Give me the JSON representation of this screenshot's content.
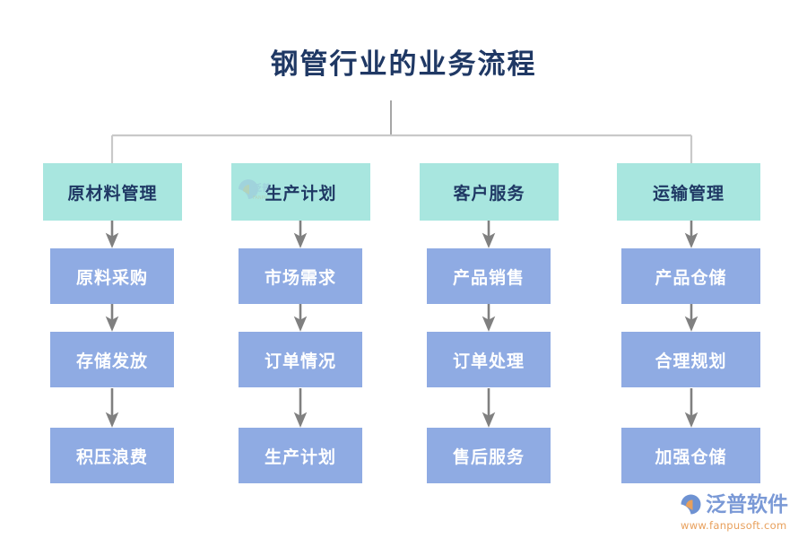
{
  "title": "钢管行业的业务流程",
  "theme": {
    "background": "#ffffff",
    "title_color": "#1F3864",
    "header_fill": "#A8E6DF",
    "header_text": "#1F3864",
    "step_fill": "#8FABE3",
    "step_text": "#FFFFFF",
    "connector_color": "#A6A6A6",
    "arrow_color": "#808080"
  },
  "root_connector": {
    "label": "",
    "description": "vertical stem from title down to horizontal bus, with drops to outer columns"
  },
  "columns": [
    {
      "header": "原材料管理",
      "steps": [
        "原料采购",
        "存储发放",
        "积压浪费"
      ]
    },
    {
      "header": "生产计划",
      "steps": [
        "市场需求",
        "订单情况",
        "生产计划"
      ]
    },
    {
      "header": "客户服务",
      "steps": [
        "产品销售",
        "订单处理",
        "售后服务"
      ]
    },
    {
      "header": "运输管理",
      "steps": [
        "产品仓储",
        "合理规划",
        "加强仓储"
      ]
    }
  ],
  "watermark": {
    "brand": "泛普软件",
    "url": "www.fanpusoft.com",
    "brand_color": "#7A99D6",
    "url_color": "#E8A05C"
  }
}
